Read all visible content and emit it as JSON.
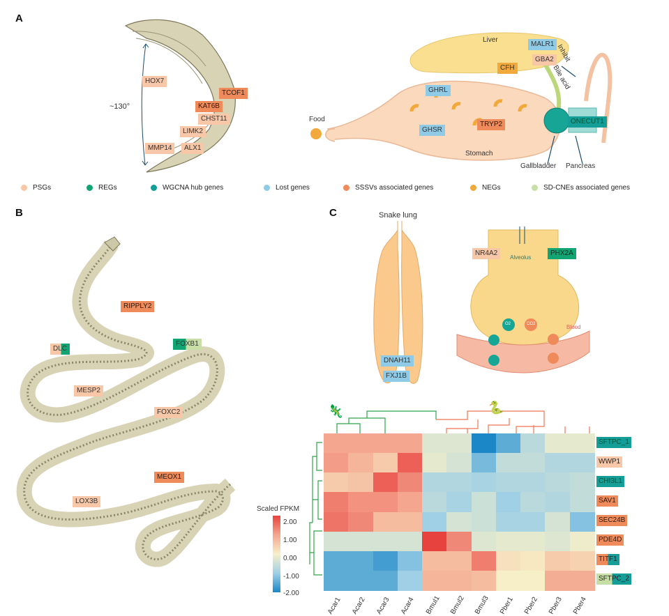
{
  "panels": {
    "a": "A",
    "b": "B",
    "c": "C"
  },
  "panel_a": {
    "angle_label": "~130°",
    "skull_genes": {
      "hox7": "HOX7",
      "tcof1": "TCOF1",
      "kat6b": "KAT6B",
      "chst11": "CHST11",
      "limk2": "LIMK2",
      "mmp14": "MMP14",
      "alx1": "ALX1"
    },
    "digestive": {
      "liver": "Liver",
      "malr1": "MALR1",
      "inhibit": "Inhibit",
      "gba2": "GBA2",
      "cfh": "CFH",
      "bile_acid": "Bile acid",
      "ghrl": "GHRL",
      "ghsr": "GHSR",
      "tryp2": "TRYP2",
      "food": "Food",
      "stomach": "Stomach",
      "onecut1": "ONECUT1",
      "gallbladder": "Gallbladder",
      "pancreas": "Pancreas"
    }
  },
  "legend": [
    {
      "label": "PSGs",
      "color": "#f7c7a8"
    },
    {
      "label": "REGs",
      "color": "#12a574"
    },
    {
      "label": "WGCNA hub genes",
      "color": "#159e98"
    },
    {
      "label": "Lost genes",
      "color": "#8fcbe6"
    },
    {
      "label": "SSSVs associated genes",
      "color": "#ef8a5a"
    },
    {
      "label": "NEGs",
      "color": "#f2a93b"
    },
    {
      "label": "SD-CNEs associated genes",
      "color": "#c7dfa7"
    }
  ],
  "panel_b": {
    "genes": {
      "ripply2": "RIPPLY2",
      "dlc": "DLC",
      "foxb1": "FOXB1",
      "mesp2": "MESP2",
      "foxc2": "FOXC2",
      "meox1": "MEOX1",
      "lox3b": "LOX3B"
    }
  },
  "panel_c": {
    "snake_lung": "Snake lung",
    "dnah11": "DNAH11",
    "fxj1b": "FXJ1B",
    "nr4a2": "NR4A2",
    "phx2a": "PHX2A",
    "alveolus": "Alveolus",
    "blood": "Blood",
    "o2": "O2",
    "co2": "CO2"
  },
  "heatmap": {
    "scale_title": "Scaled FPKM",
    "scale_ticks": [
      "2.00",
      "1.00",
      "0.00",
      "-1.00",
      "-2.00"
    ],
    "columns": [
      "Acar1",
      "Acar2",
      "Acar3",
      "Acar4",
      "Bmul1",
      "Bmul2",
      "Bmul3",
      "Pber1",
      "Pber2",
      "Pber3",
      "Pber4"
    ],
    "rows": [
      {
        "gene": "SFTPC_1",
        "type": "hub",
        "values": [
          1.0,
          1.0,
          1.0,
          1.0,
          -0.3,
          -0.3,
          -2.0,
          -1.5,
          -0.7,
          -0.2,
          -0.2
        ]
      },
      {
        "gene": "WWP1",
        "type": "psg",
        "values": [
          1.1,
          0.8,
          0.5,
          1.7,
          -0.2,
          -0.4,
          -1.3,
          -0.6,
          -0.6,
          -0.8,
          -0.8
        ]
      },
      {
        "gene": "CHI3L1",
        "type": "hub",
        "values": [
          0.5,
          0.6,
          1.7,
          1.3,
          -0.8,
          -0.8,
          -0.9,
          -0.8,
          -0.8,
          -0.7,
          -0.6
        ]
      },
      {
        "gene": "SAV1",
        "type": "ssv",
        "values": [
          1.4,
          1.2,
          1.2,
          1.0,
          -0.7,
          -0.9,
          -0.5,
          -1.0,
          -0.7,
          -0.8,
          -0.6
        ]
      },
      {
        "gene": "SEC24B",
        "type": "ssv",
        "values": [
          1.5,
          1.3,
          0.7,
          0.7,
          -1.0,
          -0.4,
          -0.5,
          -0.9,
          -0.9,
          -0.4,
          -1.2
        ]
      },
      {
        "gene": "PDE4D",
        "type": "ssv",
        "values": [
          -0.4,
          -0.4,
          -0.4,
          -0.4,
          2.3,
          1.3,
          -0.3,
          -0.2,
          -0.2,
          -0.3,
          -0.1
        ]
      },
      {
        "gene": "TITF1",
        "type": "ssv-hub",
        "values": [
          -1.5,
          -1.5,
          -1.7,
          -1.2,
          0.7,
          0.7,
          1.4,
          0.2,
          0.1,
          0.5,
          0.4
        ]
      },
      {
        "gene": "SFTPC_2",
        "type": "sd-hub",
        "values": [
          -1.5,
          -1.5,
          -1.5,
          -1.0,
          0.8,
          0.8,
          0.7,
          0.0,
          0.0,
          0.9,
          0.9
        ]
      }
    ]
  }
}
